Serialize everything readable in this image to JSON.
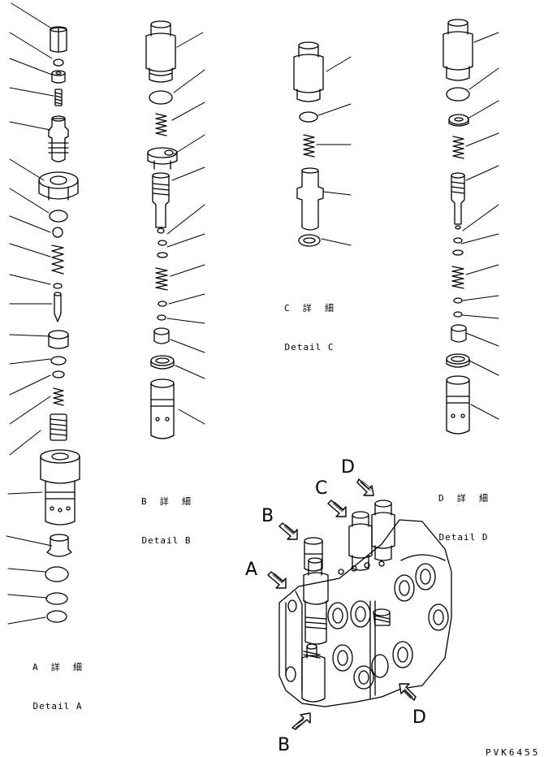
{
  "captions": {
    "a": {
      "jp": "A  詳  細",
      "en": "Detail A"
    },
    "b": {
      "jp": "B  詳  細",
      "en": "Detail B"
    },
    "c": {
      "jp": "C  詳  細",
      "en": "Detail C"
    },
    "d": {
      "jp": "D  詳  細",
      "en": "Detail D"
    }
  },
  "view_letters": {
    "a": "A",
    "b_top": "B",
    "b_bottom": "B",
    "c": "C",
    "d_top": "D",
    "d_bottom": "D"
  },
  "drawing_code": "PVK6455"
}
